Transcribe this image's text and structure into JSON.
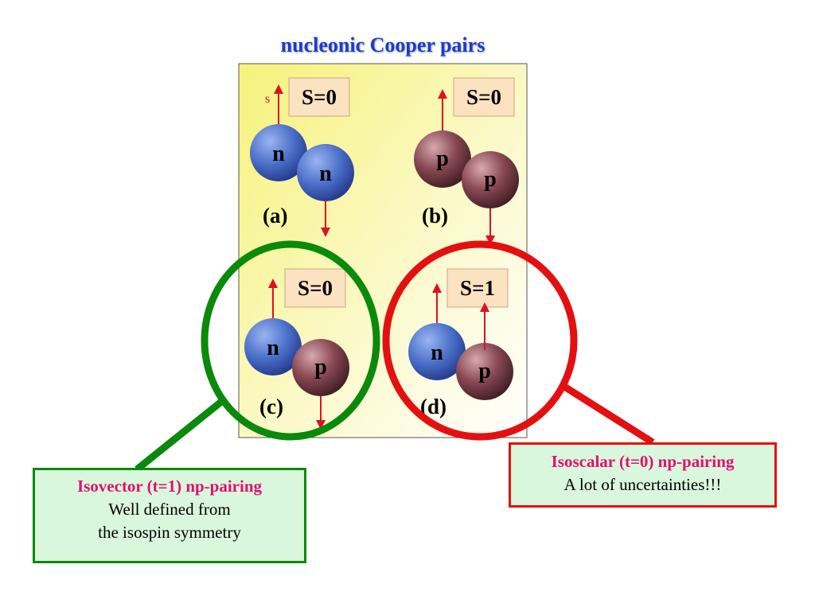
{
  "title": "nucleonic Cooper pairs",
  "spin_axis_label": "s",
  "panels": [
    {
      "id": "a",
      "label": "(a)",
      "spin": "S=0",
      "nucleon1": "n",
      "nucleon2": "n"
    },
    {
      "id": "b",
      "label": "(b)",
      "spin": "S=0",
      "nucleon1": "p",
      "nucleon2": "p"
    },
    {
      "id": "c",
      "label": "(c)",
      "spin": "S=0",
      "nucleon1": "n",
      "nucleon2": "p"
    },
    {
      "id": "d",
      "label": "(d)",
      "spin": "S=1",
      "nucleon1": "n",
      "nucleon2": "p"
    }
  ],
  "isovector": {
    "heading": "Isovector (t=1) np-pairing",
    "line1": "Well defined from",
    "line2": "the isospin symmetry"
  },
  "isoscalar": {
    "heading": "Isoscalar (t=0) np-pairing",
    "line1": "A lot of uncertainties!!!"
  },
  "colors": {
    "neutron": "#4a6fc8",
    "proton": "#8a4a55",
    "arrow": "#e01020",
    "isovector_ring": "#0a8a0a",
    "isoscalar_ring": "#e41010",
    "title": "#1a3ccf"
  }
}
